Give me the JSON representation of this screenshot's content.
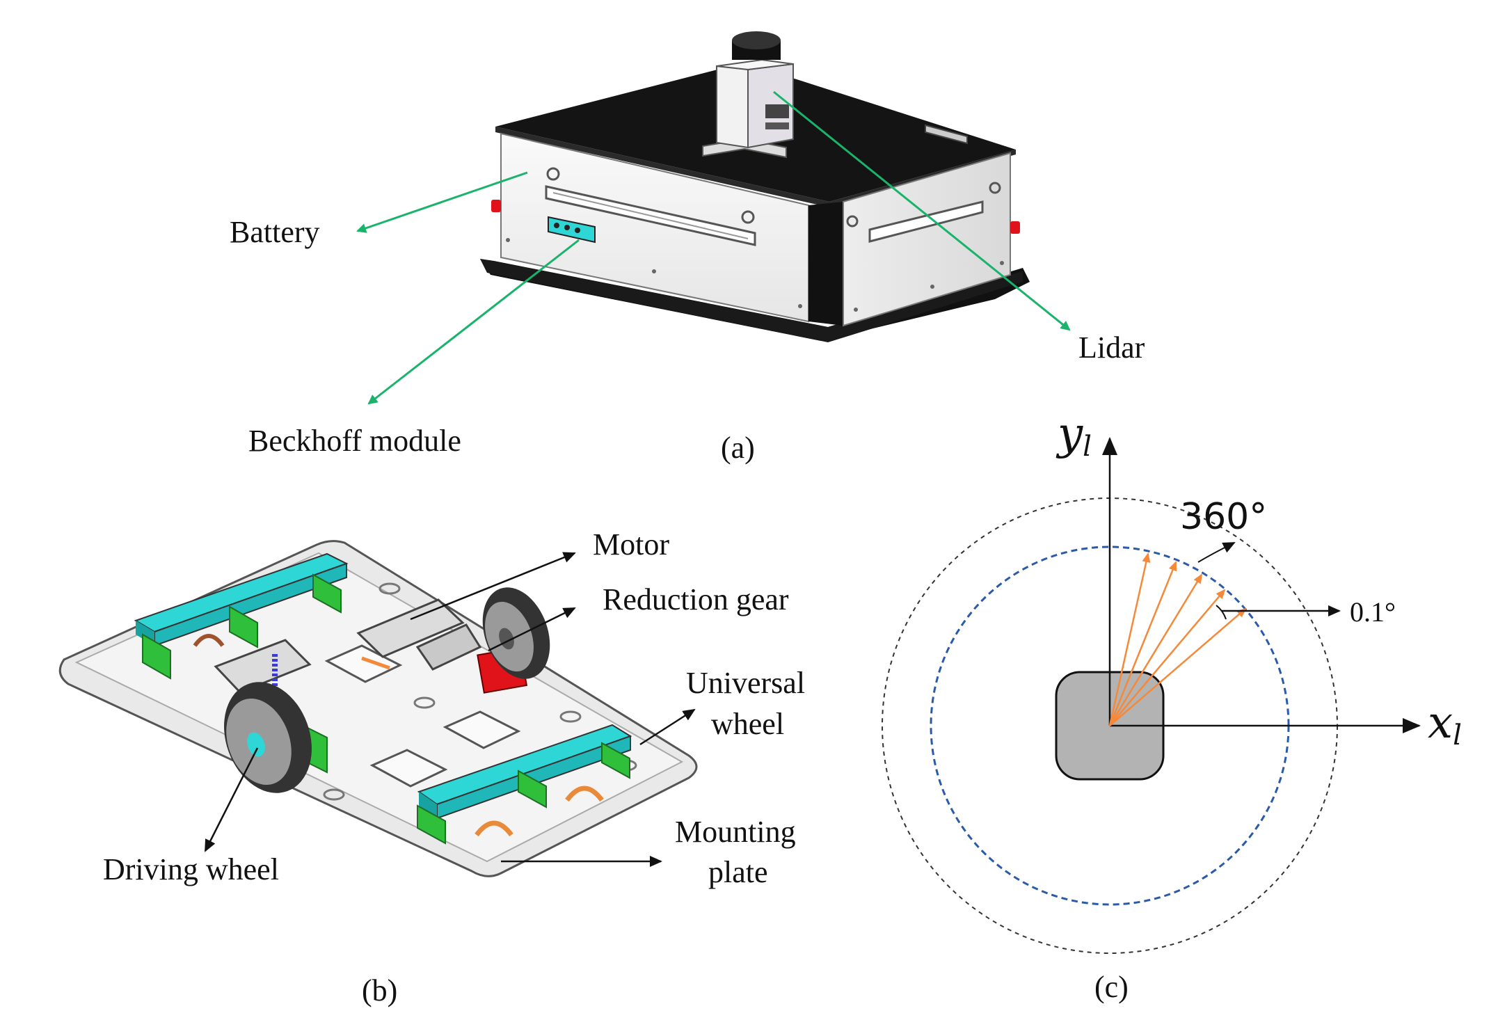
{
  "panel_a": {
    "caption": "(a)",
    "labels": {
      "battery": "Battery",
      "beckhoff": "Beckhoff module",
      "lidar": "Lidar"
    }
  },
  "panel_b": {
    "caption": "(b)",
    "labels": {
      "motor": "Motor",
      "reduction_gear": "Reduction gear",
      "universal_wheel_1": "Universal",
      "universal_wheel_2": "wheel",
      "mounting_plate_1": "Mounting",
      "mounting_plate_2": "plate",
      "driving_wheel": "Driving wheel"
    }
  },
  "panel_c": {
    "caption": "(c)",
    "y_axis_base": "y",
    "y_axis_sub": "l",
    "x_axis_base": "x",
    "x_axis_sub": "l",
    "range_label": "360°",
    "resolution_label": "0.1°"
  },
  "colors": {
    "leader_green": "#19b36b",
    "ray_orange": "#f5893a",
    "scan_blue": "#2a5aa8",
    "sensor_gray": "#b3b3b3",
    "cyan_rail": "#2fd6d6",
    "green_bracket": "#2fbf3a",
    "red_gear": "#e0121a"
  }
}
